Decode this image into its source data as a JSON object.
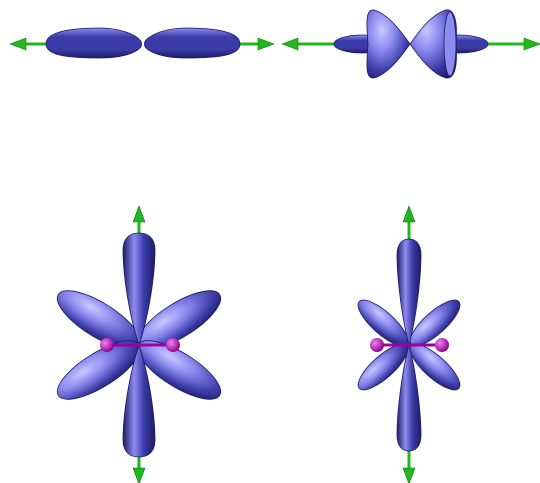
{
  "colors": {
    "background": "#ffffff",
    "lobe_base": "#3c3ca8",
    "lobe_dark": "#1c1c66",
    "lobe_light": "#8c8cf0",
    "lobe_highlight": "#c8c8ff",
    "axis_arrow": "#1fb81f",
    "axis_arrow_dark": "#0f7a0f",
    "dipole_rod": "#a000a0",
    "dipole_ball_light": "#f080f0",
    "dipole_ball_dark": "#8a008a"
  },
  "panels": [
    {
      "id": "panel-top-left",
      "kind": "two-lobe-horizontal"
    },
    {
      "id": "panel-top-right",
      "kind": "cone-pair-horizontal"
    },
    {
      "id": "panel-bottom-left",
      "kind": "six-lobe-flower-large"
    },
    {
      "id": "panel-bottom-right",
      "kind": "six-lobe-flower-small"
    }
  ]
}
